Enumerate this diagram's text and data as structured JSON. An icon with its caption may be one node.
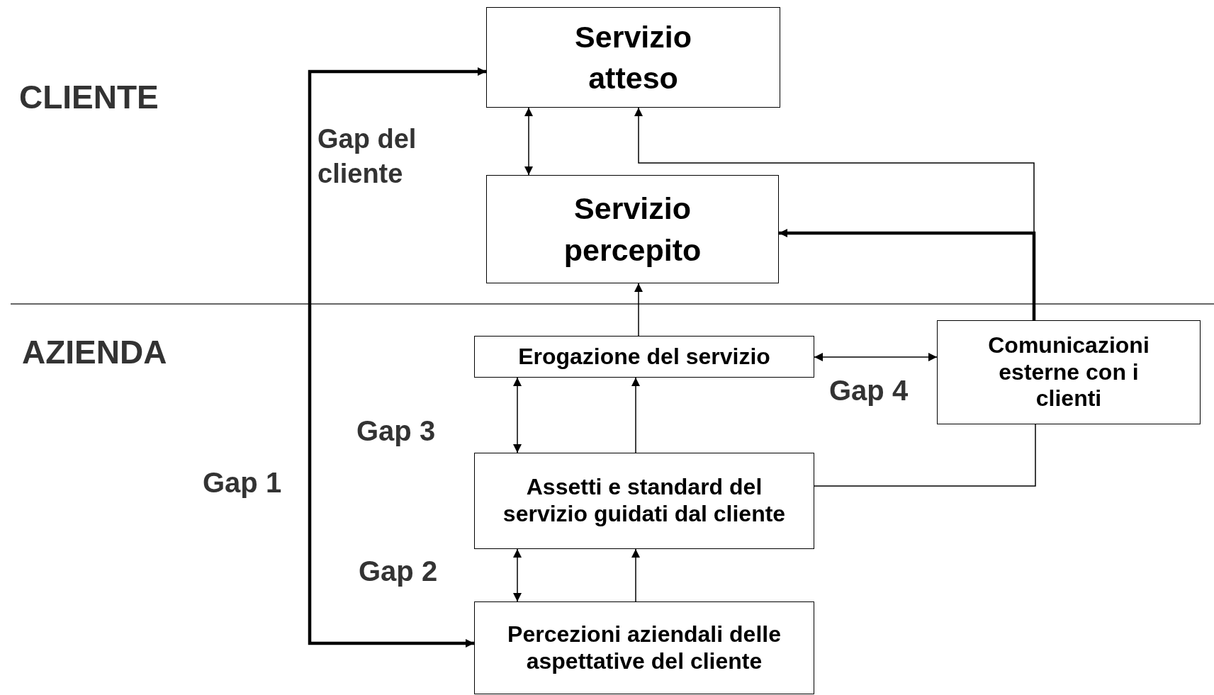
{
  "diagram": {
    "nodes": [
      {
        "text": [
          "Servizio atteso"
        ]
      },
      {
        "text": [
          "Servizio percepito"
        ]
      },
      {
        "text": [
          "Erogazione del servizio"
        ]
      },
      {
        "text": [
          "Comunicazioni esterne con i clienti"
        ]
      },
      {
        "text": [
          "Assetti e standard del servizio guidati dal cliente"
        ]
      },
      {
        "text": [
          "Percezioni aziendali delle aspettative del cliente"
        ]
      }
    ],
    "edges": [
      {
        "from": 0,
        "to": 5,
        "arrow": "both",
        "style": "thick"
      },
      {
        "from": 1,
        "to": 0,
        "arrow": "both"
      },
      {
        "from": 2,
        "to": 1,
        "arrow": "to"
      },
      {
        "from": 2,
        "to": 3,
        "arrow": "both"
      },
      {
        "from": 4,
        "to": 2,
        "arrow": "both"
      },
      {
        "from": 4,
        "to": 2,
        "arrow": "to"
      },
      {
        "from": 5,
        "to": 4,
        "arrow": "both"
      },
      {
        "from": 5,
        "to": 4,
        "arrow": "to"
      },
      {
        "from": 3,
        "to": 0,
        "arrow": "to"
      },
      {
        "from": 3,
        "to": 1,
        "arrow": "to",
        "style": "thick"
      },
      {
        "from": 4,
        "to": 3,
        "arrow": "none"
      }
    ],
    "labels": [
      "CLIENTE",
      "Gap del cliente",
      "AZIENDA",
      "Gap 4",
      "Gap 3",
      "Gap 1",
      "Gap 2"
    ]
  }
}
